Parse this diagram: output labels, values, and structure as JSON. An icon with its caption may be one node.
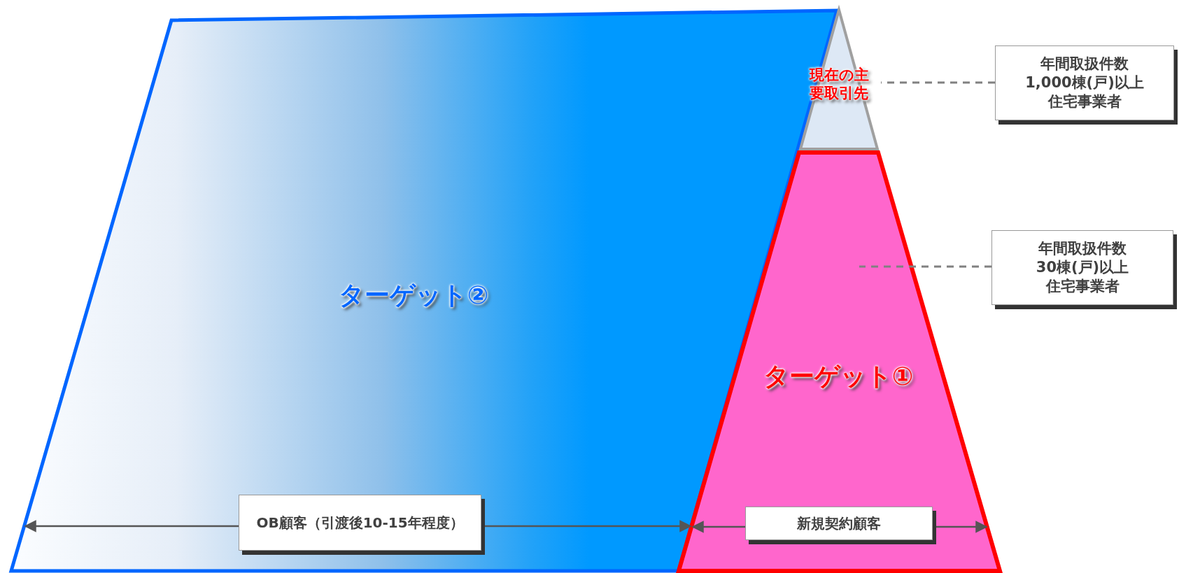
{
  "diagram": {
    "nodes": [
      {
        "text": [
          "ターゲット②"
        ]
      },
      {
        "text": [
          "現在の主要取引先"
        ]
      },
      {
        "text": [
          "ターゲット①"
        ]
      },
      {
        "text": [
          "年間取扱件数1,000棟(戸)以上住宅事業者"
        ]
      },
      {
        "text": [
          "年間取扱件数30棟(戸)以上住宅事業者"
        ]
      },
      {
        "text": [
          "OB顧客（引渡後10-15年程度）"
        ],
        "in": 0
      },
      {
        "text": [
          "新規契約顧客"
        ],
        "in": 2
      }
    ],
    "edges": [
      {
        "from": 3,
        "to": 1,
        "arrow": "none",
        "style": "dashed"
      },
      {
        "from": 4,
        "to": 2,
        "arrow": "none",
        "style": "dashed"
      },
      {
        "from": 5,
        "to": null,
        "arrow": "to"
      },
      {
        "from": 5,
        "to": 2,
        "arrow": "to"
      },
      {
        "from": 6,
        "to": null,
        "arrow": "to"
      },
      {
        "from": 6,
        "to": null,
        "arrow": "to"
      }
    ]
  }
}
